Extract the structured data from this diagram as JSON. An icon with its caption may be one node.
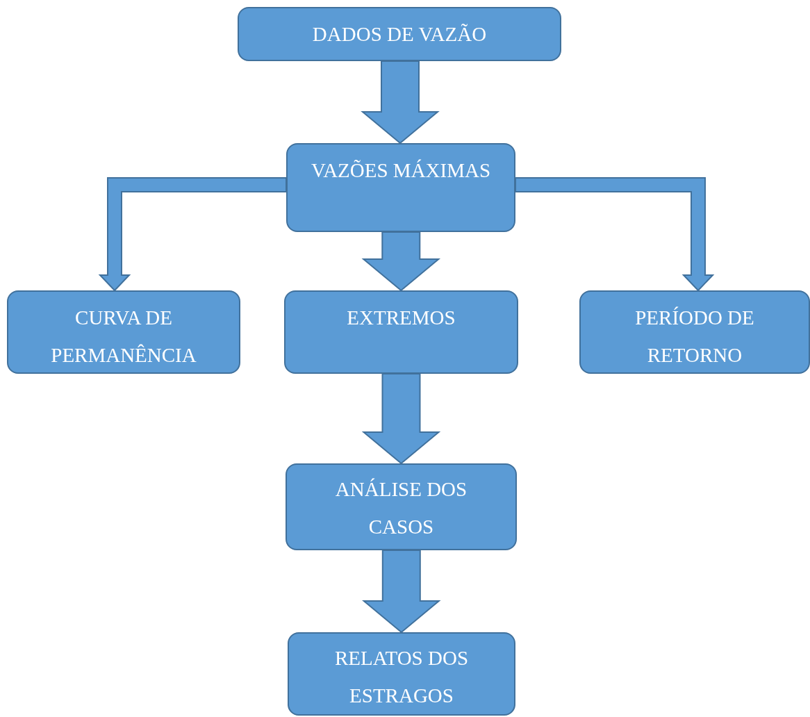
{
  "diagram": {
    "nodes": [
      {
        "text": [
          "DADOS DE VAZÃO"
        ]
      },
      {
        "text": [
          "VAZÕES MÁXIMAS"
        ]
      },
      {
        "text": [
          "CURVA DE PERMANÊNCIA"
        ]
      },
      {
        "text": [
          "EXTREMOS"
        ]
      },
      {
        "text": [
          "PERÍODO DE RETORNO"
        ]
      },
      {
        "text": [
          "ANÁLISE DOS CASOS"
        ]
      },
      {
        "text": [
          "RELATOS DOS ESTRAGOS"
        ]
      }
    ],
    "edges": [
      {
        "from": 0,
        "to": 1,
        "arrow": "to"
      },
      {
        "from": 1,
        "to": 2,
        "arrow": "to"
      },
      {
        "from": 1,
        "to": 3,
        "arrow": "to"
      },
      {
        "from": 1,
        "to": 4,
        "arrow": "to"
      },
      {
        "from": 3,
        "to": 5,
        "arrow": "to"
      },
      {
        "from": 5,
        "to": 6,
        "arrow": "to"
      }
    ]
  }
}
